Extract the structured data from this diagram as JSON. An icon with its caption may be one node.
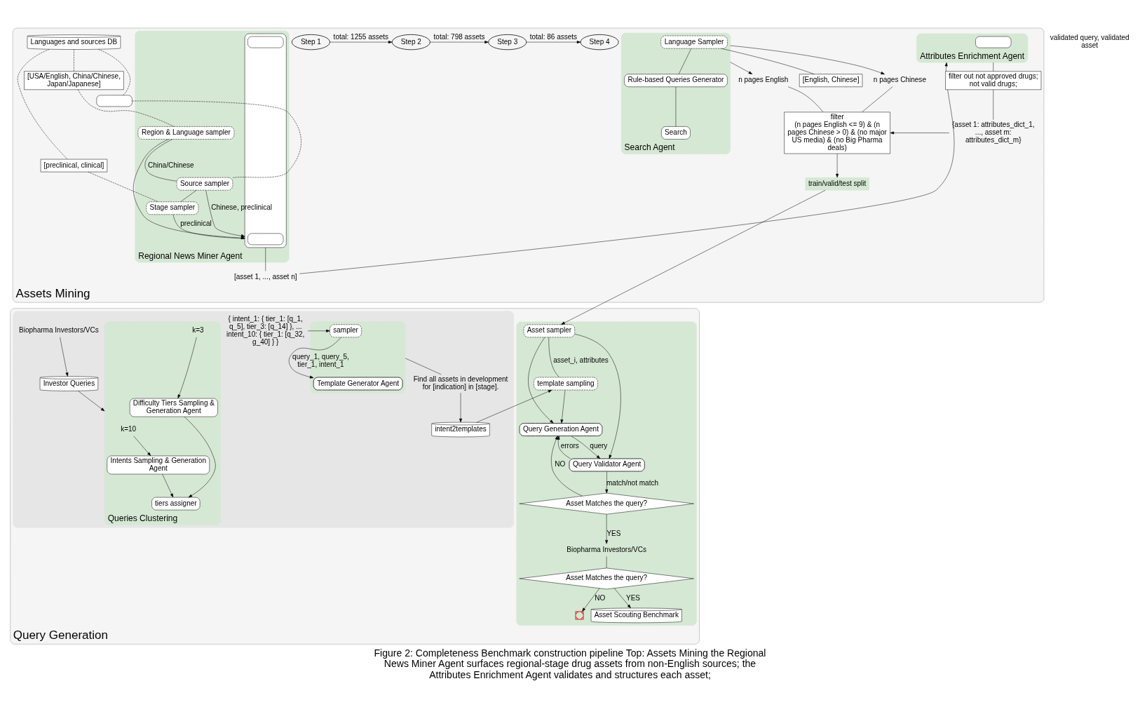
{
  "diagram": {
    "caption": "Figure 2: Completeness Benchmark construction pipeline Top: Assets Mining the Regional News Miner Agent surfaces regional-stage drug assets from non-English sources; the Attributes Enrichment Agent validates and structures each asset;",
    "nodes": [
      {
        "text": [
          "Assets Mining"
        ]
      },
      {
        "text": [
          "Step 1"
        ],
        "in": 0
      },
      {
        "text": [
          "Step 2"
        ],
        "in": 0
      },
      {
        "text": [
          "Step 3"
        ],
        "in": 0
      },
      {
        "text": [
          "Step 4"
        ],
        "in": 0
      },
      {
        "text": [
          "Languages and sources DB"
        ],
        "in": 0
      },
      {
        "text": [
          "[USA/English, China/Chinese, Japan/Japanese]"
        ],
        "in": 0
      },
      {
        "text": [],
        "shape": "box",
        "in": 0
      },
      {
        "text": [
          "[preclinical, clinical]"
        ],
        "in": 0
      },
      {
        "text": [
          "Regional News Miner Agent"
        ],
        "in": 0
      },
      {
        "text": [
          "Region & Language sampler"
        ],
        "in": 9
      },
      {
        "text": [
          "Source sampler"
        ],
        "in": 9
      },
      {
        "text": [
          "Stage sampler"
        ],
        "in": 9
      },
      {
        "text": [],
        "shape": "box",
        "in": 9
      },
      {
        "text": [],
        "shape": "box",
        "in": 13
      },
      {
        "text": [],
        "shape": "box",
        "in": 13
      },
      {
        "text": [
          "[asset 1, ..., asset n]"
        ],
        "in": 0
      },
      {
        "text": [
          "Attributes Enrichment Agent"
        ],
        "in": 0
      },
      {
        "text": [],
        "shape": "box",
        "in": 17
      },
      {
        "text": [
          "filter out not approved drugs; not valid drugs;"
        ],
        "in": 0
      },
      {
        "text": [
          "{asset 1: attributes_dict_1, ..., asset m: attributes_dict_m}"
        ],
        "in": 0
      },
      {
        "text": [
          "Search Agent"
        ],
        "in": 0
      },
      {
        "text": [
          "Language Sampler"
        ],
        "in": 21
      },
      {
        "text": [
          "Rule-based Queries Generator"
        ],
        "in": 21
      },
      {
        "text": [
          "Search"
        ],
        "in": 21
      },
      {
        "text": [
          "[English, Chinese]"
        ],
        "in": 0
      },
      {
        "text": [
          "n pages English"
        ],
        "in": 0
      },
      {
        "text": [
          "n pages Chinese"
        ],
        "in": 0
      },
      {
        "text": [
          "filter",
          "(n pages English <= 9) & (n pages Chinese > 0) & (no major US media) & (no Big Pharma deals)"
        ],
        "in": 0
      },
      {
        "text": [
          "train/valid/test split"
        ],
        "in": 0
      },
      {
        "text": [
          "Query Generation"
        ]
      },
      {
        "text": [],
        "shape": "box",
        "in": 30
      },
      {
        "text": [
          "Biopharma Investors/VCs"
        ],
        "in": 31
      },
      {
        "text": [
          "Investor Queries"
        ],
        "in": 31
      },
      {
        "text": [
          "Queries Clustering"
        ],
        "in": 31
      },
      {
        "text": [
          "k=10"
        ],
        "in": 34
      },
      {
        "text": [
          "Intents Sampling & Generation Agent"
        ],
        "in": 34
      },
      {
        "text": [
          "Difficulty Tiers Sampling & Generation Agent"
        ],
        "in": 34
      },
      {
        "text": [
          "k=3"
        ],
        "in": 34
      },
      {
        "text": [
          "tiers assigner"
        ],
        "in": 34
      },
      {
        "text": [
          "{ intent_1: { tier_1: [q_1, q_5], tier_3: [q_14] }, ... intent_10: { tier_1: [q_32, g_40] } }"
        ],
        "in": 31
      },
      {
        "text": [],
        "shape": "box",
        "in": 31
      },
      {
        "text": [
          "sampler"
        ],
        "in": 41
      },
      {
        "text": [
          "Template Generator Agent"
        ],
        "in": 41
      },
      {
        "text": [
          "Find all assets in development for [indication] in [stage]."
        ],
        "in": 31
      },
      {
        "text": [
          "intent2templates"
        ],
        "in": 31
      },
      {
        "text": [],
        "shape": "box",
        "in": 30
      },
      {
        "text": [
          "Asset sampler"
        ],
        "in": 46
      },
      {
        "text": [
          "template sampling"
        ],
        "in": 46
      },
      {
        "text": [
          "Query Generation Agent"
        ],
        "in": 46
      },
      {
        "text": [
          "Query Validator Agent"
        ],
        "in": 46
      },
      {
        "text": [
          "Asset Matches the query?"
        ],
        "in": 46
      },
      {
        "text": [
          "Biopharma Investors/VCs"
        ],
        "in": 46
      },
      {
        "text": [
          "Asset Matches the query?"
        ],
        "in": 46
      },
      {
        "text": [],
        "shape": "cross",
        "in": 46
      },
      {
        "text": [
          "Asset Scouting Benchmark"
        ],
        "in": 46
      }
    ],
    "edges": [
      {
        "from": 1,
        "to": 2,
        "arrow": "to",
        "label": "total: 1255 assets"
      },
      {
        "from": 2,
        "to": 3,
        "arrow": "to",
        "label": "total: 798 assets"
      },
      {
        "from": 3,
        "to": 4,
        "arrow": "to",
        "label": "total: 86 assets"
      },
      {
        "from": 5,
        "to": 6,
        "arrow": "none",
        "style": "dashed"
      },
      {
        "from": 5,
        "to": 7,
        "arrow": "none",
        "style": "dashed"
      },
      {
        "from": 5,
        "to": 8,
        "arrow": "none",
        "style": "dashed"
      },
      {
        "from": 6,
        "to": 10,
        "arrow": "none",
        "style": "dashed"
      },
      {
        "from": 7,
        "to": 11,
        "arrow": "none",
        "style": "dashed"
      },
      {
        "from": 8,
        "to": 12,
        "arrow": "none",
        "style": "dashed"
      },
      {
        "from": 10,
        "to": 11,
        "arrow": "none",
        "label": "China/Chinese"
      },
      {
        "from": 11,
        "to": 12,
        "arrow": "none"
      },
      {
        "from": 10,
        "to": 13,
        "arrow": "to"
      },
      {
        "from": 11,
        "to": 13,
        "arrow": "to",
        "label": "Chinese, preclinical"
      },
      {
        "from": 12,
        "to": 13,
        "arrow": "to",
        "label": "preclinical"
      },
      {
        "from": 13,
        "to": 16,
        "arrow": "none"
      },
      {
        "from": 16,
        "to": 17,
        "arrow": "to"
      },
      {
        "from": 17,
        "to": 19,
        "arrow": "none"
      },
      {
        "from": 19,
        "to": 20,
        "arrow": "none"
      },
      {
        "from": 20,
        "to": 28,
        "arrow": "to"
      },
      {
        "from": 22,
        "to": 25,
        "arrow": "none"
      },
      {
        "from": 22,
        "to": 23,
        "arrow": "none"
      },
      {
        "from": 23,
        "to": 24,
        "arrow": "none"
      },
      {
        "from": 21,
        "to": 26,
        "arrow": "to"
      },
      {
        "from": 21,
        "to": 27,
        "arrow": "to"
      },
      {
        "from": 26,
        "to": 28,
        "arrow": "none"
      },
      {
        "from": 27,
        "to": 28,
        "arrow": "none"
      },
      {
        "from": 28,
        "to": 29,
        "arrow": "to"
      },
      {
        "from": 29,
        "to": 47,
        "arrow": "to"
      },
      {
        "from": 32,
        "to": 33,
        "arrow": "to"
      },
      {
        "from": 33,
        "to": 34,
        "arrow": "to"
      },
      {
        "from": 35,
        "to": 36,
        "arrow": "to"
      },
      {
        "from": 38,
        "to": 37,
        "arrow": "to"
      },
      {
        "from": 36,
        "to": 39,
        "arrow": "to"
      },
      {
        "from": 37,
        "to": 39,
        "arrow": "to"
      },
      {
        "from": 40,
        "to": 42,
        "arrow": "to"
      },
      {
        "from": 42,
        "to": 43,
        "arrow": "to",
        "label": "query_1, query_5, tier_1, intent_1"
      },
      {
        "from": 41,
        "to": 44,
        "arrow": "none"
      },
      {
        "from": 44,
        "to": 45,
        "arrow": "to"
      },
      {
        "from": 45,
        "to": 48,
        "arrow": "to"
      },
      {
        "from": 47,
        "to": 48,
        "arrow": "none",
        "label": "asset_i, attributes"
      },
      {
        "from": 47,
        "to": 49,
        "arrow": "to"
      },
      {
        "from": 47,
        "to": 50,
        "arrow": "to"
      },
      {
        "from": 48,
        "to": 49,
        "arrow": "to"
      },
      {
        "from": 49,
        "to": 50,
        "arrow": "to",
        "label": "query"
      },
      {
        "from": 50,
        "to": 49,
        "arrow": "to",
        "label": "errors"
      },
      {
        "from": 50,
        "to": 51,
        "arrow": "to",
        "label": "match/not match"
      },
      {
        "from": 51,
        "to": 49,
        "arrow": "to",
        "label": "NO"
      },
      {
        "from": 51,
        "to": 52,
        "arrow": "to",
        "label": "YES"
      },
      {
        "from": 52,
        "to": 53,
        "arrow": "none"
      },
      {
        "from": 53,
        "to": 54,
        "arrow": "to",
        "label": "NO"
      },
      {
        "from": 53,
        "to": 55,
        "arrow": "to",
        "label": "YES"
      }
    ],
    "labels": [
      "validated query, validated asset"
    ]
  }
}
